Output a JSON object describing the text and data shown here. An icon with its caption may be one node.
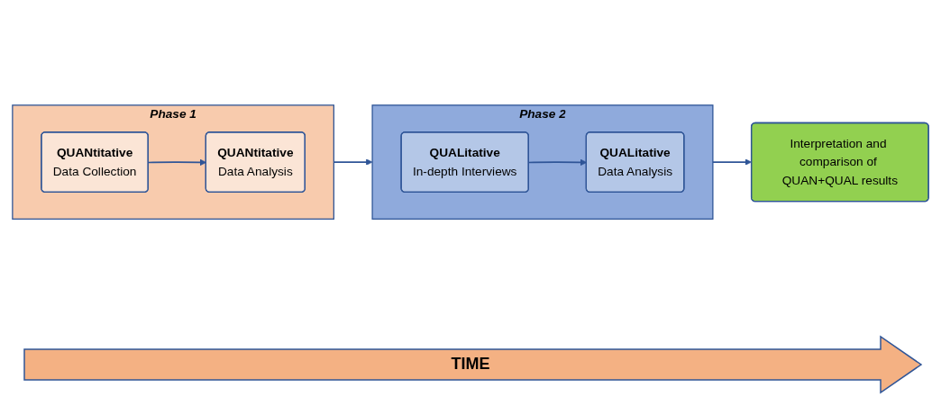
{
  "diagram": {
    "nodes": [
      {
        "text": [
          "Phase 1"
        ]
      },
      {
        "text": [
          "QUANtitative",
          "Data Collection"
        ],
        "in": 0
      },
      {
        "text": [
          "QUANtitative",
          "Data Analysis"
        ],
        "in": 0
      },
      {
        "text": [
          "Phase 2"
        ]
      },
      {
        "text": [
          "QUALitative",
          "In-depth Interviews"
        ],
        "in": 3
      },
      {
        "text": [
          "QUALitative",
          "Data Analysis"
        ],
        "in": 3
      },
      {
        "text": [
          "Interpretation and comparison of QUAN+QUAL results"
        ]
      }
    ],
    "edges": [
      {
        "from": 1,
        "to": 2,
        "arrow": "to"
      },
      {
        "from": 0,
        "to": 3,
        "arrow": "to"
      },
      {
        "from": 4,
        "to": 5,
        "arrow": "to"
      },
      {
        "from": 3,
        "to": 6,
        "arrow": "to"
      }
    ],
    "labels": [
      "TIME"
    ]
  }
}
